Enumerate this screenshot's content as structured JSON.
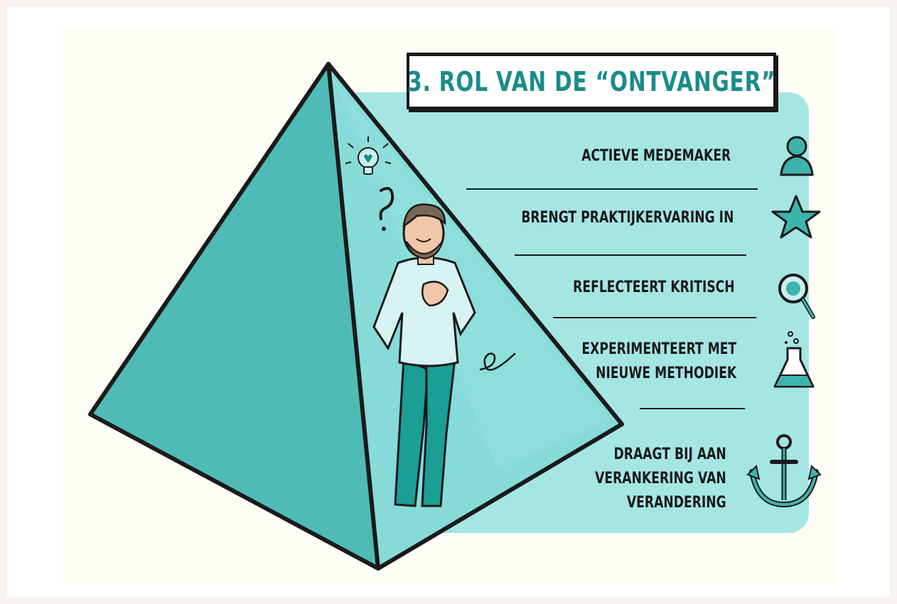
{
  "title": "3. ROL VAN DE “ONTVANGER”",
  "roles": [
    {
      "lines": [
        "ACTIEVE MEDEMAKER"
      ],
      "icon": "person-icon"
    },
    {
      "lines": [
        "BRENGT PRAKTIJKERVARING IN"
      ],
      "icon": "star-icon"
    },
    {
      "lines": [
        "REFLECTEERT KRITISCH"
      ],
      "icon": "magnifier-icon"
    },
    {
      "lines": [
        "EXPERIMENTEERT MET",
        "NIEUWE METHODIEK"
      ],
      "icon": "flask-icon"
    },
    {
      "lines": [
        "DRAAGT BIJ AAN",
        "VERANKERING VAN",
        "VERANDERING"
      ],
      "icon": "anchor-icon"
    }
  ],
  "colors": {
    "accent": "#1a8c8a",
    "panel": "#a5e6e5",
    "pyramid_left": "#4fbbb7",
    "pyramid_right": "#86dbd8",
    "outline": "#1a1a1a"
  }
}
